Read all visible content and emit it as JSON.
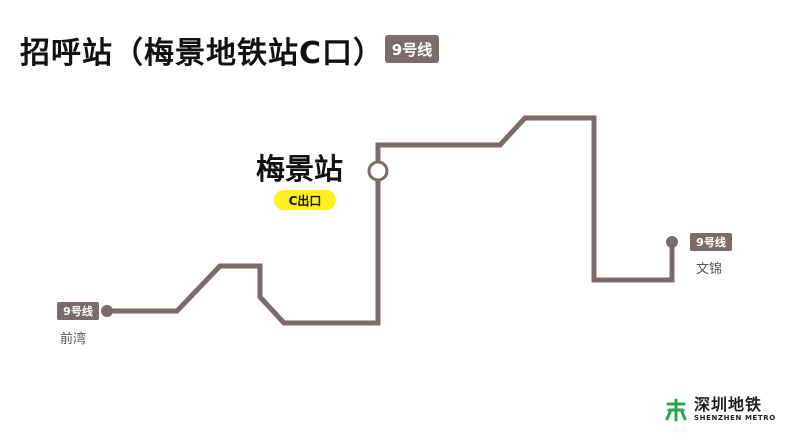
{
  "header": {
    "title": "招呼站（梅景地铁站C口）",
    "line_badge": "9号线"
  },
  "colors": {
    "line": "#7b6b6a",
    "exit_highlight": "#ffee20",
    "metro_green": "#2aa64b"
  },
  "station": {
    "name": "梅景站",
    "exit_label": "C出口"
  },
  "termini": {
    "west": {
      "line_badge": "9号线",
      "name": "前湾"
    },
    "east": {
      "line_badge": "9号线",
      "name": "文锦"
    }
  },
  "logo": {
    "name_cn": "深圳地铁",
    "name_en": "SHENZHEN METRO"
  }
}
